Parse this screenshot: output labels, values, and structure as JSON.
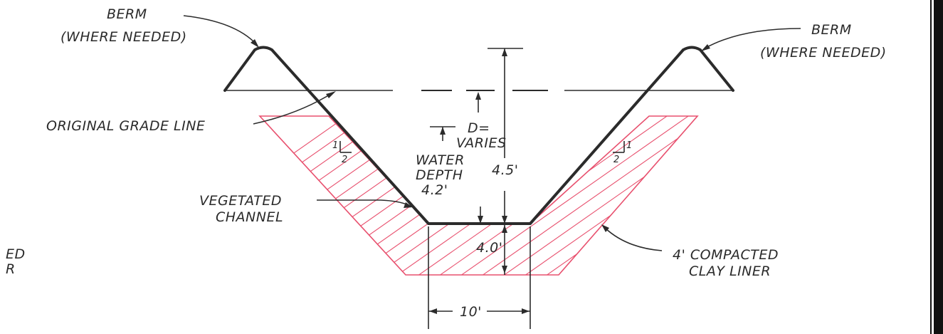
{
  "labels": {
    "berm_left_1": "BERM",
    "berm_left_2": "(WHERE NEEDED)",
    "berm_right_1": "BERM",
    "berm_right_2": "(WHERE NEEDED)",
    "original_grade": "ORIGINAL GRADE LINE",
    "d_varies_1": "D=",
    "d_varies_2": "VARIES",
    "water_depth_1": "WATER",
    "water_depth_2": "DEPTH",
    "water_depth_value": "4.2'",
    "total_depth_value": "4.5'",
    "vegetated_1": "VEGETATED",
    "vegetated_2": "CHANNEL",
    "liner_depth": "4.0'",
    "compacted_1": "4' COMPACTED",
    "compacted_2": "CLAY LINER",
    "bottom_width": "10'",
    "slope_left_rise": "1",
    "slope_left_run": "2",
    "slope_right_rise": "1",
    "slope_right_run": "2",
    "cut_left_1": "ED",
    "cut_left_2": "R"
  },
  "colors": {
    "linework": "#2b2b2b",
    "liner": "#e8506e",
    "border": "#111111"
  }
}
